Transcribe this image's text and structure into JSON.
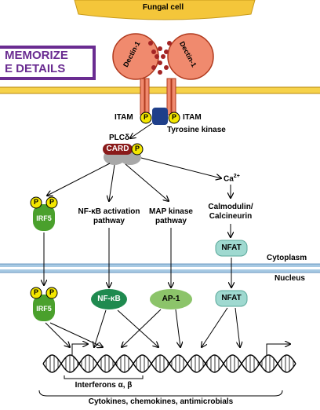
{
  "fungal_cell": "Fungal cell",
  "memorize": {
    "line1": "MEMORIZE",
    "line2": "E DETAILS"
  },
  "dectin_left": "Dectin-1",
  "dectin_right": "Dectin-1",
  "itam_left": "ITAM",
  "itam_right": "ITAM",
  "p": "P",
  "tyrosine_kinase": "Tyrosine kinase",
  "plc": "PLCδ",
  "card": "CARD",
  "ca": "Ca",
  "ca_sup": "2+",
  "irf5": "IRF5",
  "nfkb_pathway": {
    "line1": "NF-κB activation",
    "line2": "pathway"
  },
  "map_pathway": {
    "line1": "MAP kinase",
    "line2": "pathway"
  },
  "calmodulin": {
    "line1": "Calmodulin/",
    "line2": "Calcineurin"
  },
  "nfat": "NFAT",
  "cytoplasm": "Cytoplasm",
  "nucleus": "Nucleus",
  "nfkb": "NF-κB",
  "ap1": "AP-1",
  "interferons": "Interferons α, β",
  "cytokines": "Cytokines, chemokines, antimicrobials",
  "colors": {
    "dectin": "#f08a6e",
    "dectin_stroke": "#b03a1e",
    "membrane": "#f6d24a",
    "kinase": "#1f3f8a",
    "card": "#8a1a1a",
    "p_yellow": "#f3e600",
    "irf5": "#4aa02c",
    "nfkb": "#1f8a4f",
    "ap1": "#8cc46a",
    "nfat": "#9fd9d0",
    "nuclear_env": "#a7c9e3"
  }
}
